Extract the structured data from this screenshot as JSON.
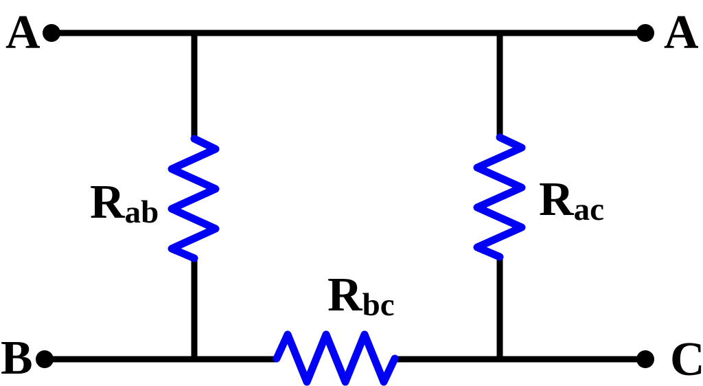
{
  "diagram": {
    "kind": "resistor-network-schematic",
    "colors": {
      "wire": "#000000",
      "resistor": "#0000F5",
      "label": "#000000",
      "background": "#FFFFFF"
    },
    "terminals": [
      {
        "id": "top-left",
        "label": "A"
      },
      {
        "id": "top-right",
        "label": "A"
      },
      {
        "id": "bottom-left",
        "label": "B"
      },
      {
        "id": "bottom-right",
        "label": "C"
      }
    ],
    "resistors": [
      {
        "id": "Rab",
        "symbol": "R",
        "subscript": "ab",
        "orientation": "vertical",
        "connects": [
          "A",
          "B"
        ]
      },
      {
        "id": "Rac",
        "symbol": "R",
        "subscript": "ac",
        "orientation": "vertical",
        "connects": [
          "A",
          "C"
        ]
      },
      {
        "id": "Rbc",
        "symbol": "R",
        "subscript": "bc",
        "orientation": "horizontal",
        "connects": [
          "B",
          "C"
        ]
      }
    ]
  }
}
